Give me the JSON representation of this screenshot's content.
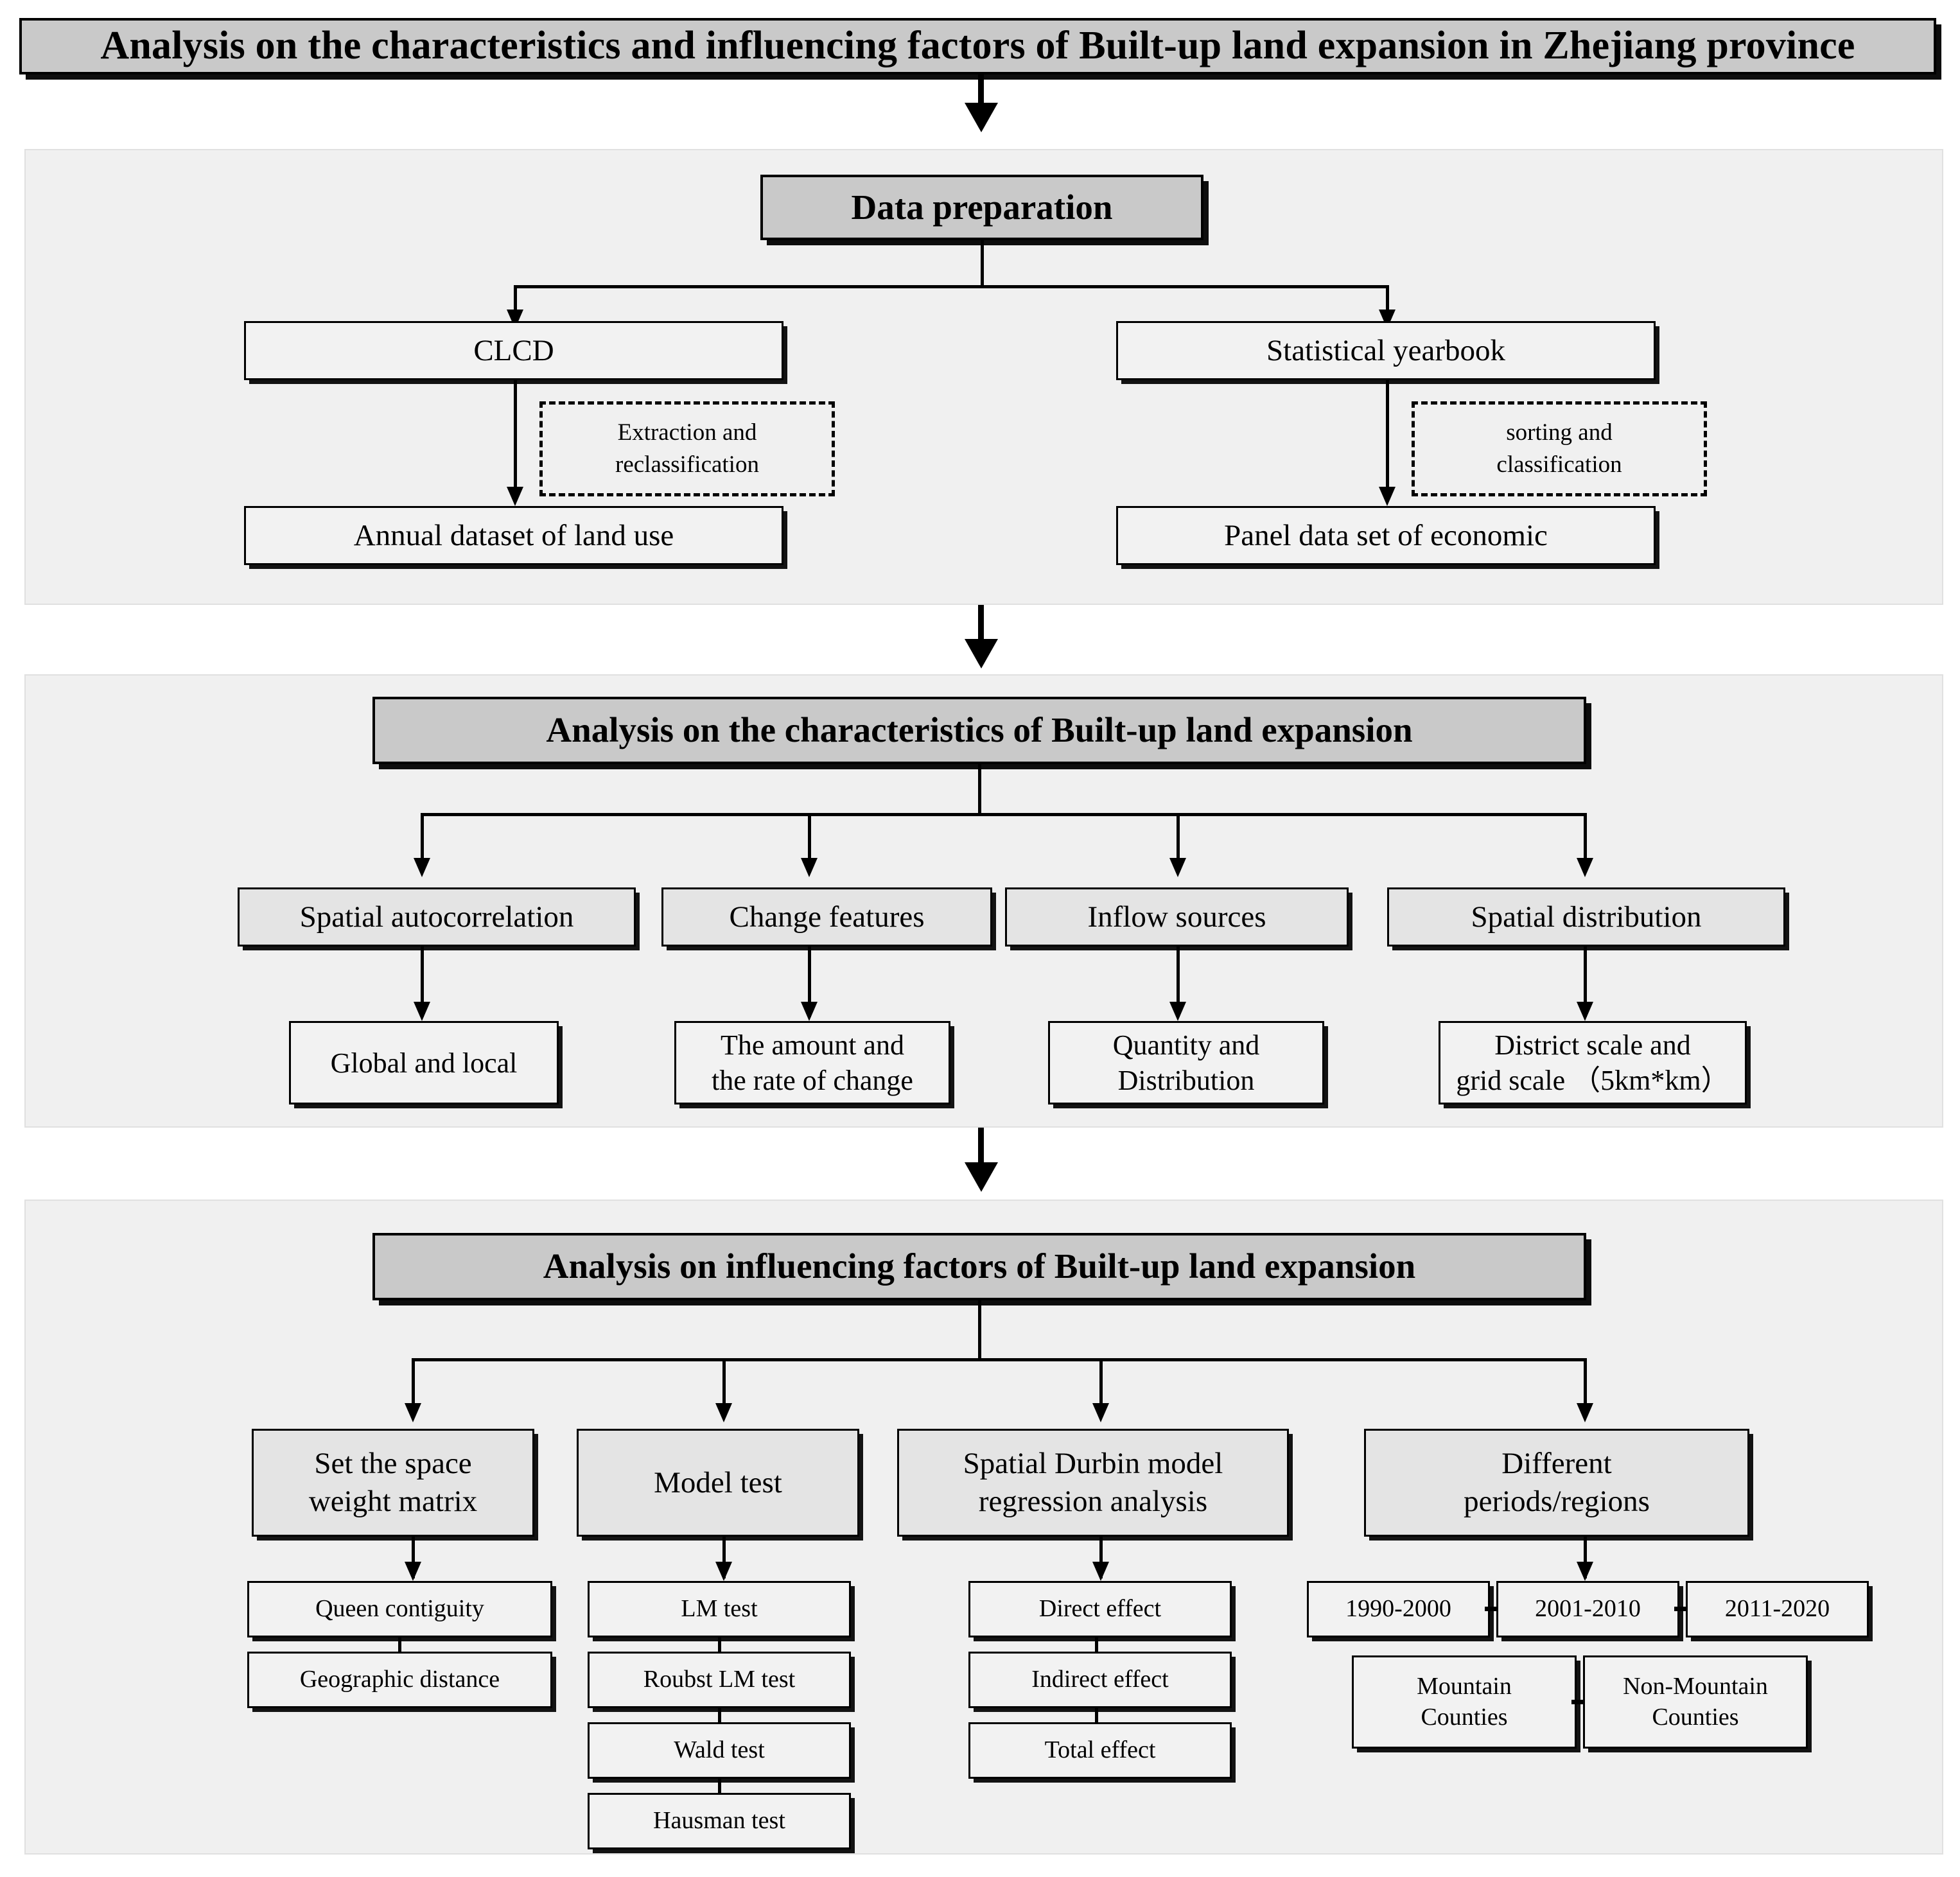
{
  "title": "Analysis on the characteristics and influencing factors of Built-up land expansion in Zhejiang province",
  "section1": {
    "header": "Data preparation",
    "left": {
      "source": "CLCD",
      "annotation": "Extraction and\nreclassification",
      "result": "Annual dataset of land use"
    },
    "right": {
      "source": "Statistical yearbook",
      "annotation": "sorting and\nclassification",
      "result": "Panel data set of economic"
    }
  },
  "section2": {
    "header": "Analysis on the characteristics of Built-up land expansion",
    "columns": [
      {
        "category": "Spatial autocorrelation",
        "detail": "Global and local"
      },
      {
        "category": "Change features",
        "detail": "The amount and\nthe rate of change"
      },
      {
        "category": "Inflow sources",
        "detail": "Quantity and\nDistribution"
      },
      {
        "category": "Spatial distribution",
        "detail": "District scale and\ngrid scale （5km*km）"
      }
    ]
  },
  "section3": {
    "header": "Analysis on influencing factors of Built-up land expansion",
    "columns": [
      {
        "category": "Set the space\nweight matrix",
        "items": [
          "Queen contiguity",
          "Geographic distance"
        ]
      },
      {
        "category": "Model test",
        "items": [
          "LM test",
          "Roubst LM test",
          "Wald test",
          "Hausman test"
        ]
      },
      {
        "category": "Spatial Durbin model\nregression analysis",
        "items": [
          "Direct effect",
          "Indirect effect",
          "Total effect"
        ]
      },
      {
        "category": "Different\nperiods/regions",
        "periods": [
          "1990-2000",
          "2001-2010",
          "2011-2020"
        ],
        "regions": [
          "Mountain\nCounties",
          "Non-Mountain\nCounties"
        ]
      }
    ]
  },
  "colors": {
    "header_fill": "#c9c9c9",
    "category_fill": "#e4e4e4",
    "plain_fill": "#f2f2f2",
    "panel_fill": "#f0f0f0",
    "stroke": "#000000"
  }
}
